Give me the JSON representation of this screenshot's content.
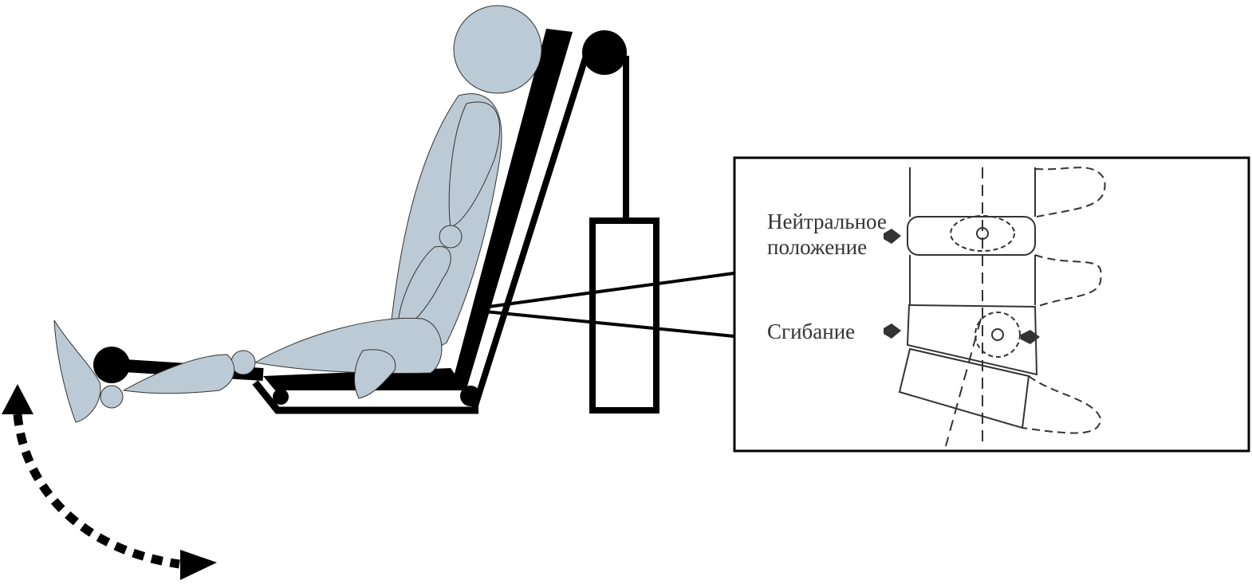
{
  "inset": {
    "neutral_label_line1": "Нейтральное",
    "neutral_label_line2": "положение",
    "flexion_label": "Сгибание"
  },
  "colors": {
    "body_fill": "#bccad5",
    "frame": "#000000",
    "inset_ink": "#333333"
  }
}
